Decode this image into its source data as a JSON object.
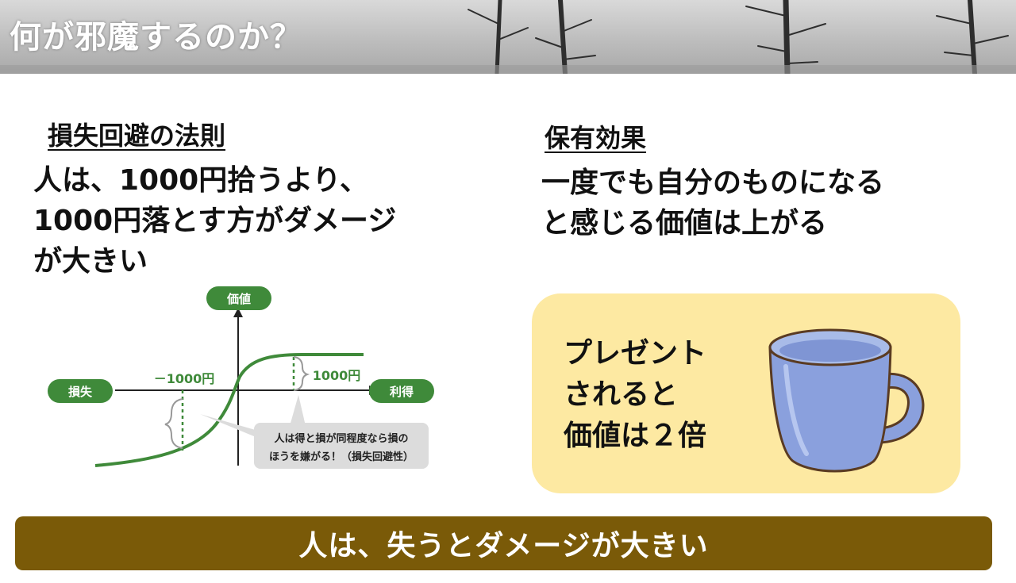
{
  "banner": {
    "title": "何が邪魔するのか？"
  },
  "left": {
    "heading": "損失回避の法則",
    "lines": [
      "人は、1000円拾うより、",
      "1000円落とす方がダメージ",
      "が大きい"
    ]
  },
  "graph": {
    "y_axis_label": "価値",
    "neg_label": "損失",
    "pos_label": "利得",
    "neg_amount": "－1000円",
    "pos_amount": "1000円",
    "callout_lines": [
      "人は得と損が同程度なら損の",
      "ほうを嫌がる！（損失回避性）"
    ]
  },
  "right": {
    "heading": "保有効果",
    "lines": [
      "一度でも自分のものになる",
      "と感じる価値は上がる"
    ]
  },
  "card": {
    "lines": [
      "プレゼント",
      "されると",
      "価値は２倍"
    ],
    "icon": "mug-icon"
  },
  "footer": {
    "text": "人は、失うとダメージが大きい"
  },
  "colors": {
    "green": "#3f8a3a",
    "banner_text": "#ffffff",
    "card_bg": "#fde9a2",
    "footer_bg": "#7a5a08",
    "mug": "#8aa0dd"
  }
}
